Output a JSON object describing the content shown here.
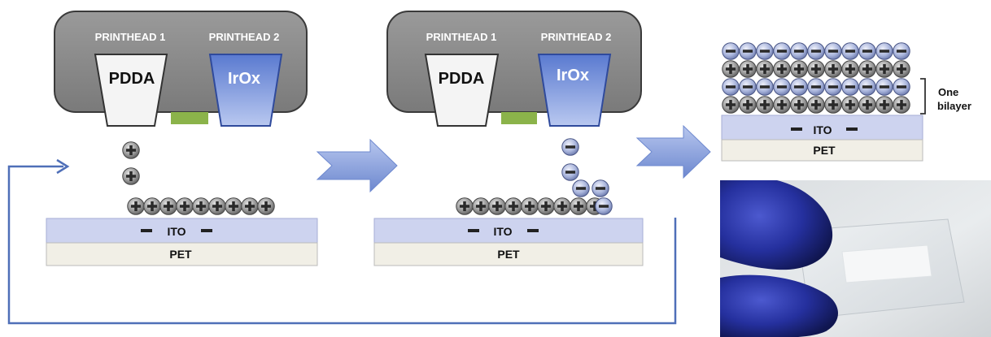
{
  "panel1": {
    "printhead1_label": "PRINTHEAD 1",
    "printhead2_label": "PRINTHEAD 2",
    "ink1_label": "PDDA",
    "ink2_label": "IrOx",
    "ito_label": "ITO",
    "pet_label": "PET"
  },
  "panel2": {
    "printhead1_label": "PRINTHEAD 1",
    "printhead2_label": "PRINTHEAD 2",
    "ink1_label": "PDDA",
    "ink2_label": "IrOx",
    "ito_label": "ITO",
    "pet_label": "PET"
  },
  "panel3": {
    "ito_label": "ITO",
    "pet_label": "PET",
    "bilayer_label_line1": "One",
    "bilayer_label_line2": "bilayer"
  },
  "colors": {
    "printhead_body": "#8a8a8a",
    "pdda_ink": "#f2f2f2",
    "irox_ink": "#6f8fd8",
    "green_nozzle": "#8bb34a",
    "ito_layer": "#cdd3ef",
    "pet_layer": "#f1efe6",
    "arrow_fill": "#7f9ad8",
    "loop_line": "#4f6fb8",
    "glove": "#2a36a8"
  },
  "icons": {
    "positive_particle": "plus-circle-icon",
    "negative_particle": "minus-circle-icon",
    "process_arrow": "right-arrow-icon"
  }
}
